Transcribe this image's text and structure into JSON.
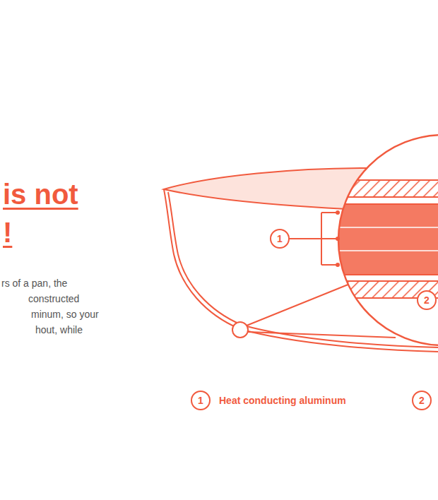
{
  "diagram": {
    "title": "is not !",
    "labels": [
      "rs of a pan, the",
      "constructed",
      "minum, so your",
      "hout, while",
      "1",
      "1",
      "Heat conducting aluminum",
      "2",
      "2"
    ]
  }
}
